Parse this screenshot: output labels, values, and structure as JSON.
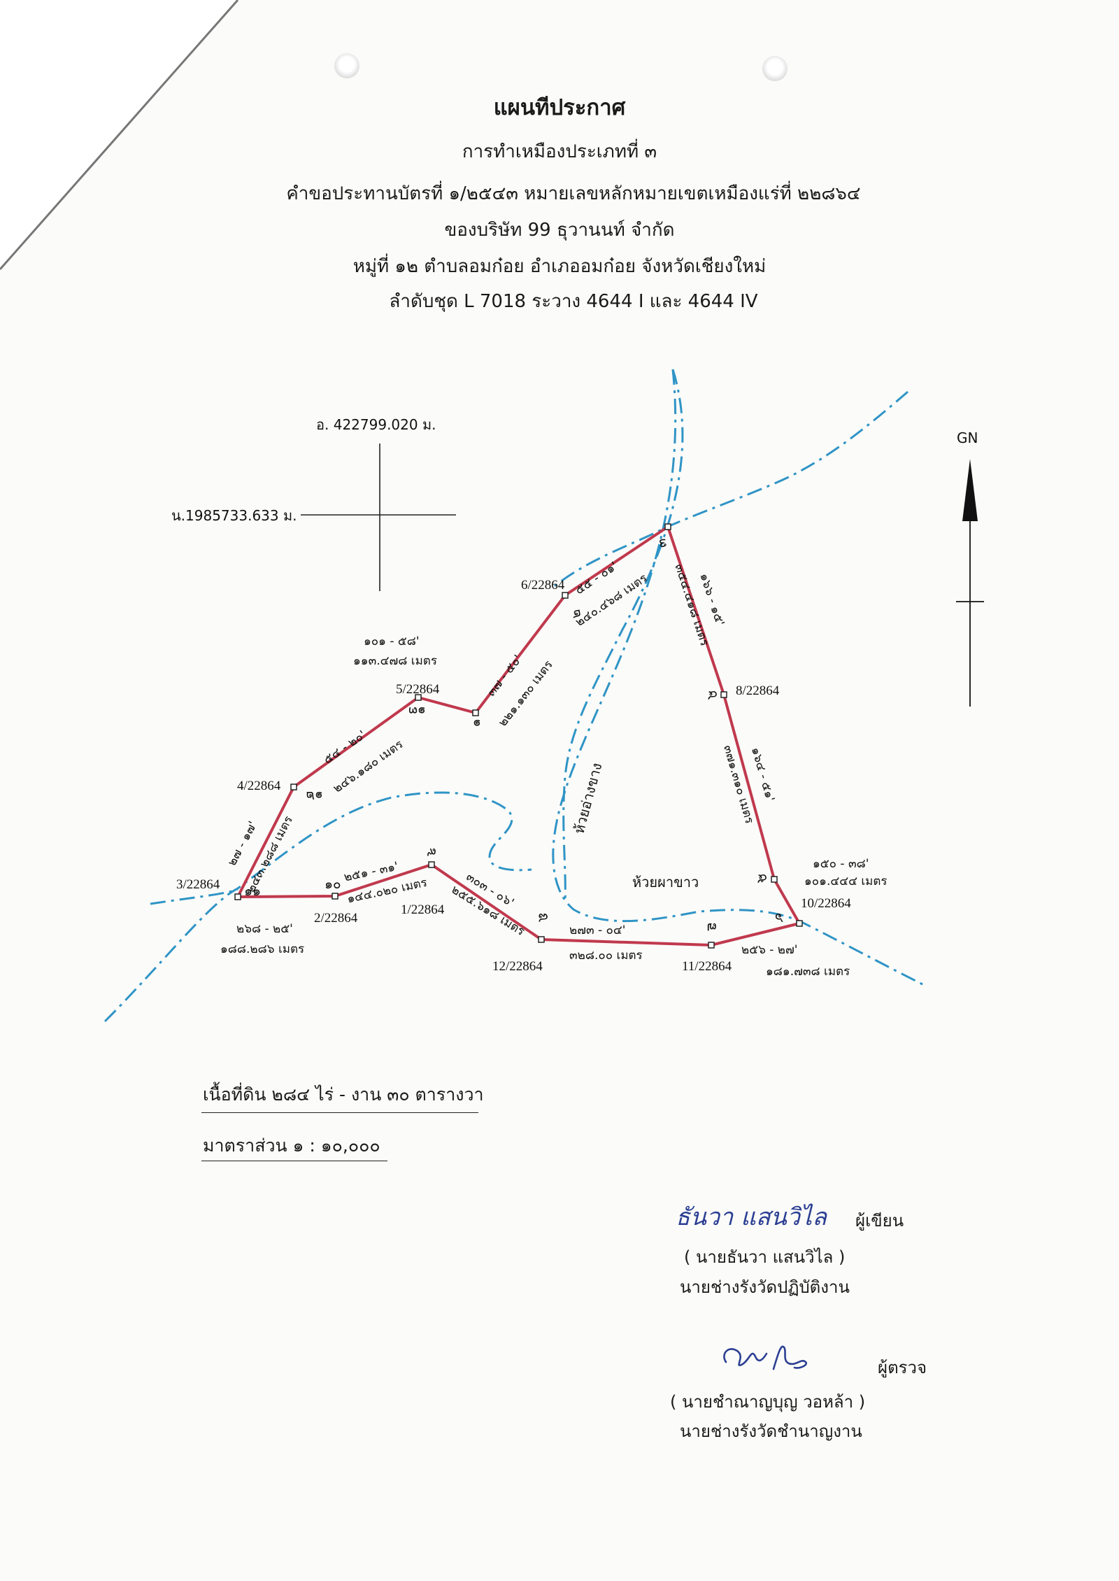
{
  "header": {
    "title": "แผนทีประกาศ",
    "line1": "การทำเหมืองประเภทที่ ๓",
    "line2": "คำขอประทานบัตรที่ ๑/๒๕๔๓ หมายเลขหลักหมายเขตเหมืองแร่ที่ ๒๒๘๖๔",
    "line3": "ของบริษัท 99 ธุวานนท์ จำกัด",
    "line4": "หมู่ที่ ๑๒ ตำบลอมก๋อย อำเภออมก๋อย จังหวัดเชียงใหม่",
    "line5": "ลำดับชุด  L  7018  ระวาง 4644 I และ 4644 IV"
  },
  "reference": {
    "easting": "อ. 422799.020 ม.",
    "northing": "น.1985733.633 ม."
  },
  "north_arrow": {
    "label": "GN"
  },
  "colors": {
    "boundary": "#c0394d",
    "stream": "#2f94c6"
  },
  "points": [
    {
      "no": "๑",
      "marker": ""
    },
    {
      "no": "๒",
      "marker": "6/22864"
    },
    {
      "no": "๓",
      "marker": ""
    },
    {
      "no": "๔",
      "marker": "8/22864"
    },
    {
      "no": "๕",
      "marker": "10/22864"
    },
    {
      "no": "๖",
      "marker": ""
    },
    {
      "no": "๗",
      "marker": "11/22864"
    },
    {
      "no": "๘",
      "marker": "12/22864"
    },
    {
      "no": "๙",
      "marker": "1/22864"
    },
    {
      "no": "๑๐",
      "marker": "2/22864"
    },
    {
      "no": "๑๑",
      "marker": "3/22864"
    },
    {
      "no": "๑๒",
      "marker": "4/22864"
    },
    {
      "no": "๑๓",
      "marker": "5/22864"
    }
  ],
  "segments": [
    {
      "bearing": "๓๗ - ๕๐'",
      "distance": "๒๒๑.๑๓๐ เมตร"
    },
    {
      "bearing": "๕๕ - ๐๑'",
      "distance": "๒๔๐.๔๖๘ เมตร"
    },
    {
      "bearing": "๑๖๖ - ๑๕'",
      "distance": "๓๕๔.๔๑๘ เมตร"
    },
    {
      "bearing": "๑๖๔ - ๕๑'",
      "distance": "๓๗๑.๓๑๐ เมตร"
    },
    {
      "bearing": "๑๕๐ - ๓๘'",
      "distance": "๑๐๑.๔๔๔ เมตร"
    },
    {
      "bearing": "๒๕๖ - ๒๗'",
      "distance": "๑๘๑.๗๓๘ เมตร"
    },
    {
      "bearing": "๒๗๓ - ๐๔'",
      "distance": "๓๒๘.๐๐ เมตร"
    },
    {
      "bearing": "๓๐๓ - ๐๖'",
      "distance": "๒๕๕.๖๑๘ เมตร"
    },
    {
      "bearing": "๒๕๑ - ๓๑'",
      "distance": "๑๔๔.๐๒๐ เมตร"
    },
    {
      "bearing": "๒๖๘ - ๒๕'",
      "distance": "๑๘๘.๒๘๖ เมตร"
    },
    {
      "bearing": "๒๗ - ๑๗'",
      "distance": "๒๔๓.๒๘๘ เมตร"
    },
    {
      "bearing": "๕๔ - ๒๐'",
      "distance": "๒๔๖.๑๘๐ เมตร"
    },
    {
      "bearing": "๑๐๑ - ๕๘'",
      "distance": "๑๑๓.๔๗๘ เมตร"
    }
  ],
  "streams": [
    {
      "name": "ห้วยอ่างขาง"
    },
    {
      "name": "ห้วยผาขาว"
    }
  ],
  "area": "เนื้อที่ดิน ๒๘๔ ไร่ - งาน ๓๐ ตารางวา",
  "scale": "มาตราส่วน ๑ : ๑๐,๐๐๐",
  "signatures": {
    "writer": {
      "signature_text": "ธันวา แสนวิไล",
      "role": "ผู้เขียน",
      "name": "( นายธันวา  แสนวิไล )",
      "position": "นายช่างรังวัดปฏิบัติงาน"
    },
    "checker": {
      "role": "ผู้ตรวจ",
      "name": "( นายชำณาญบุญ  วอหล้า )",
      "position": "นายช่างรังวัดชำนาญงาน"
    }
  }
}
